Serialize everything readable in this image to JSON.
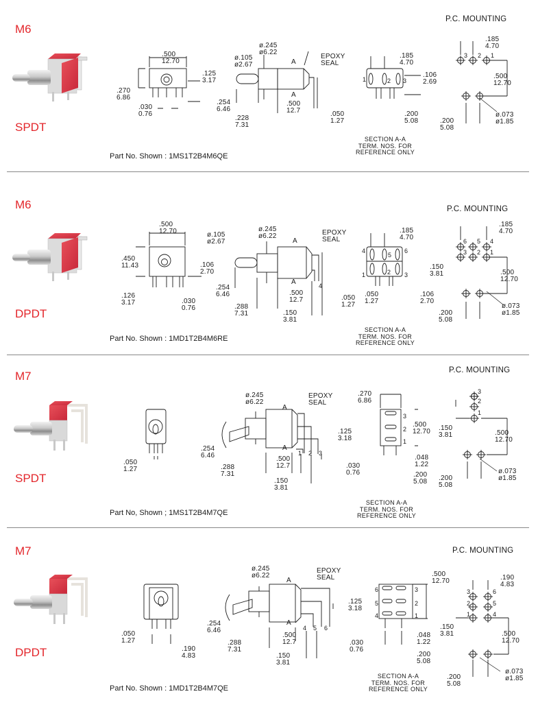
{
  "colors": {
    "accent_red": "#e3262b",
    "line": "#1a1a1a",
    "divider": "#888888"
  },
  "sections": [
    {
      "model": "M6",
      "pole": "SPDT",
      "part_no": "Part No. Shown : 1MS1T2B4M6QE",
      "pc_mounting": "P.C. MOUNTING",
      "section_note": "SECTION  A-A\nTERM.  NOS.  FOR\nREFERENCE  ONLY",
      "dims": [
        ".500\n12.70",
        ".270\n6.86",
        ".125\n3.17",
        ".030\n0.76",
        "ø.105\nø2.67",
        "ø.245\nø6.22",
        ".254\n6.46",
        ".500\n12.7",
        ".050\n1.27",
        ".228\n7.31",
        ".185\n4.70",
        ".106\n2.69",
        ".200\n5.08",
        ".185\n4.70",
        ".500\n12.70",
        "ø.073\nø1.85",
        ".200\n5.08"
      ],
      "marks": [
        "A",
        "A",
        "EPOXY\nSEAL",
        "1",
        "2",
        "3",
        "3",
        "2",
        "1"
      ]
    },
    {
      "model": "M6",
      "pole": "DPDT",
      "part_no": "Part No. Shown : 1MD1T2B4M6RE",
      "pc_mounting": "P.C. MOUNTING",
      "section_note": "SECTION  A-A\nTERM.  NOS.  FOR\nREFERENCE  ONLY",
      "dims": [
        ".500\n12.70",
        ".450\n11.43",
        ".106\n2.70",
        ".126\n3.17",
        ".030\n0.76",
        "ø.105\nø2.67",
        "ø.245\nø6.22",
        ".254\n6.46",
        ".500\n12.7",
        ".050\n1.27",
        ".288\n7.31",
        ".150\n3.81",
        ".185\n4.70",
        ".050\n1.27",
        ".106\n2.70",
        ".185\n4.70",
        ".150\n3.81",
        ".500\n12.70",
        "ø.073\nø1.85",
        ".200\n5.08"
      ],
      "marks": [
        "A",
        "A",
        "EPOXY\nSEAL",
        "4",
        "4",
        "5",
        "6",
        "1",
        "2",
        "3",
        "6",
        "5",
        "4",
        "3",
        "2",
        "1"
      ]
    },
    {
      "model": "M7",
      "pole": "SPDT",
      "part_no": "Part No, Shown ; 1MS1T2B4M7QE",
      "pc_mounting": "P.C. MOUNTING",
      "section_note": "SECTION  A-A\nTERM.  NOS.  FOR\nREFERENCE  ONLY",
      "dims": [
        ".050\n1.27",
        "ø.245\nø6.22",
        ".125\n3.18",
        ".254\n6.46",
        ".500\n12.7",
        ".030\n0.76",
        ".288\n7.31",
        ".150\n3.81",
        ".270\n6.86",
        ".500\n12.70",
        ".048\n1.22",
        ".200\n5.08",
        ".150\n3.81",
        ".500\n12.70",
        "ø.073\nø1.85",
        ".200\n5.08"
      ],
      "marks": [
        "A",
        "A",
        "EPOXY\nSEAL",
        "1",
        "2",
        "3",
        "3",
        "2",
        "1",
        "3",
        "2",
        "1"
      ]
    },
    {
      "model": "M7",
      "pole": "DPDT",
      "part_no": "Part No. Shown : 1MD1T2B4M7QE",
      "pc_mounting": "P.C. MOUNTING",
      "section_note": "SECTION  A-A\nTERM.  NOS.  FOR\nREFERENCE  ONLY",
      "dims": [
        ".050\n1.27",
        ".190\n4.83",
        "ø.245\nø6.22",
        ".125\n3.18",
        ".254\n6.46",
        ".500\n12.7",
        ".030\n0.76",
        ".288\n7.31",
        ".150\n3.81",
        ".500\n12.70",
        ".048\n1.22",
        ".200\n5.08",
        ".190\n4.83",
        ".150\n3.81",
        ".500\n12.70",
        "ø.073\nø1.85",
        ".200\n5.08"
      ],
      "marks": [
        "A",
        "A",
        "EPOXY\nSEAL",
        "4",
        "5",
        "6",
        "6",
        "5",
        "4",
        "3",
        "2",
        "1",
        "3",
        "2",
        "1",
        "6",
        "5",
        "4"
      ]
    }
  ]
}
